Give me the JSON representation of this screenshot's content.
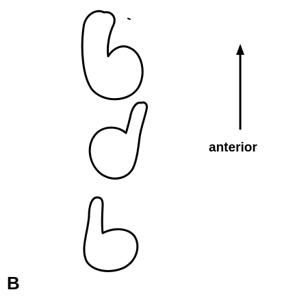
{
  "panel": {
    "letter": "B"
  },
  "orientation": {
    "direction_label": "anterior"
  },
  "colors": {
    "stroke": "#000000",
    "background": "#ffffff"
  },
  "shapes": [
    {
      "name": "top-hand-outline",
      "form": "b"
    },
    {
      "name": "middle-hand-outline",
      "form": "d"
    },
    {
      "name": "bottom-hand-outline",
      "form": "b"
    }
  ]
}
